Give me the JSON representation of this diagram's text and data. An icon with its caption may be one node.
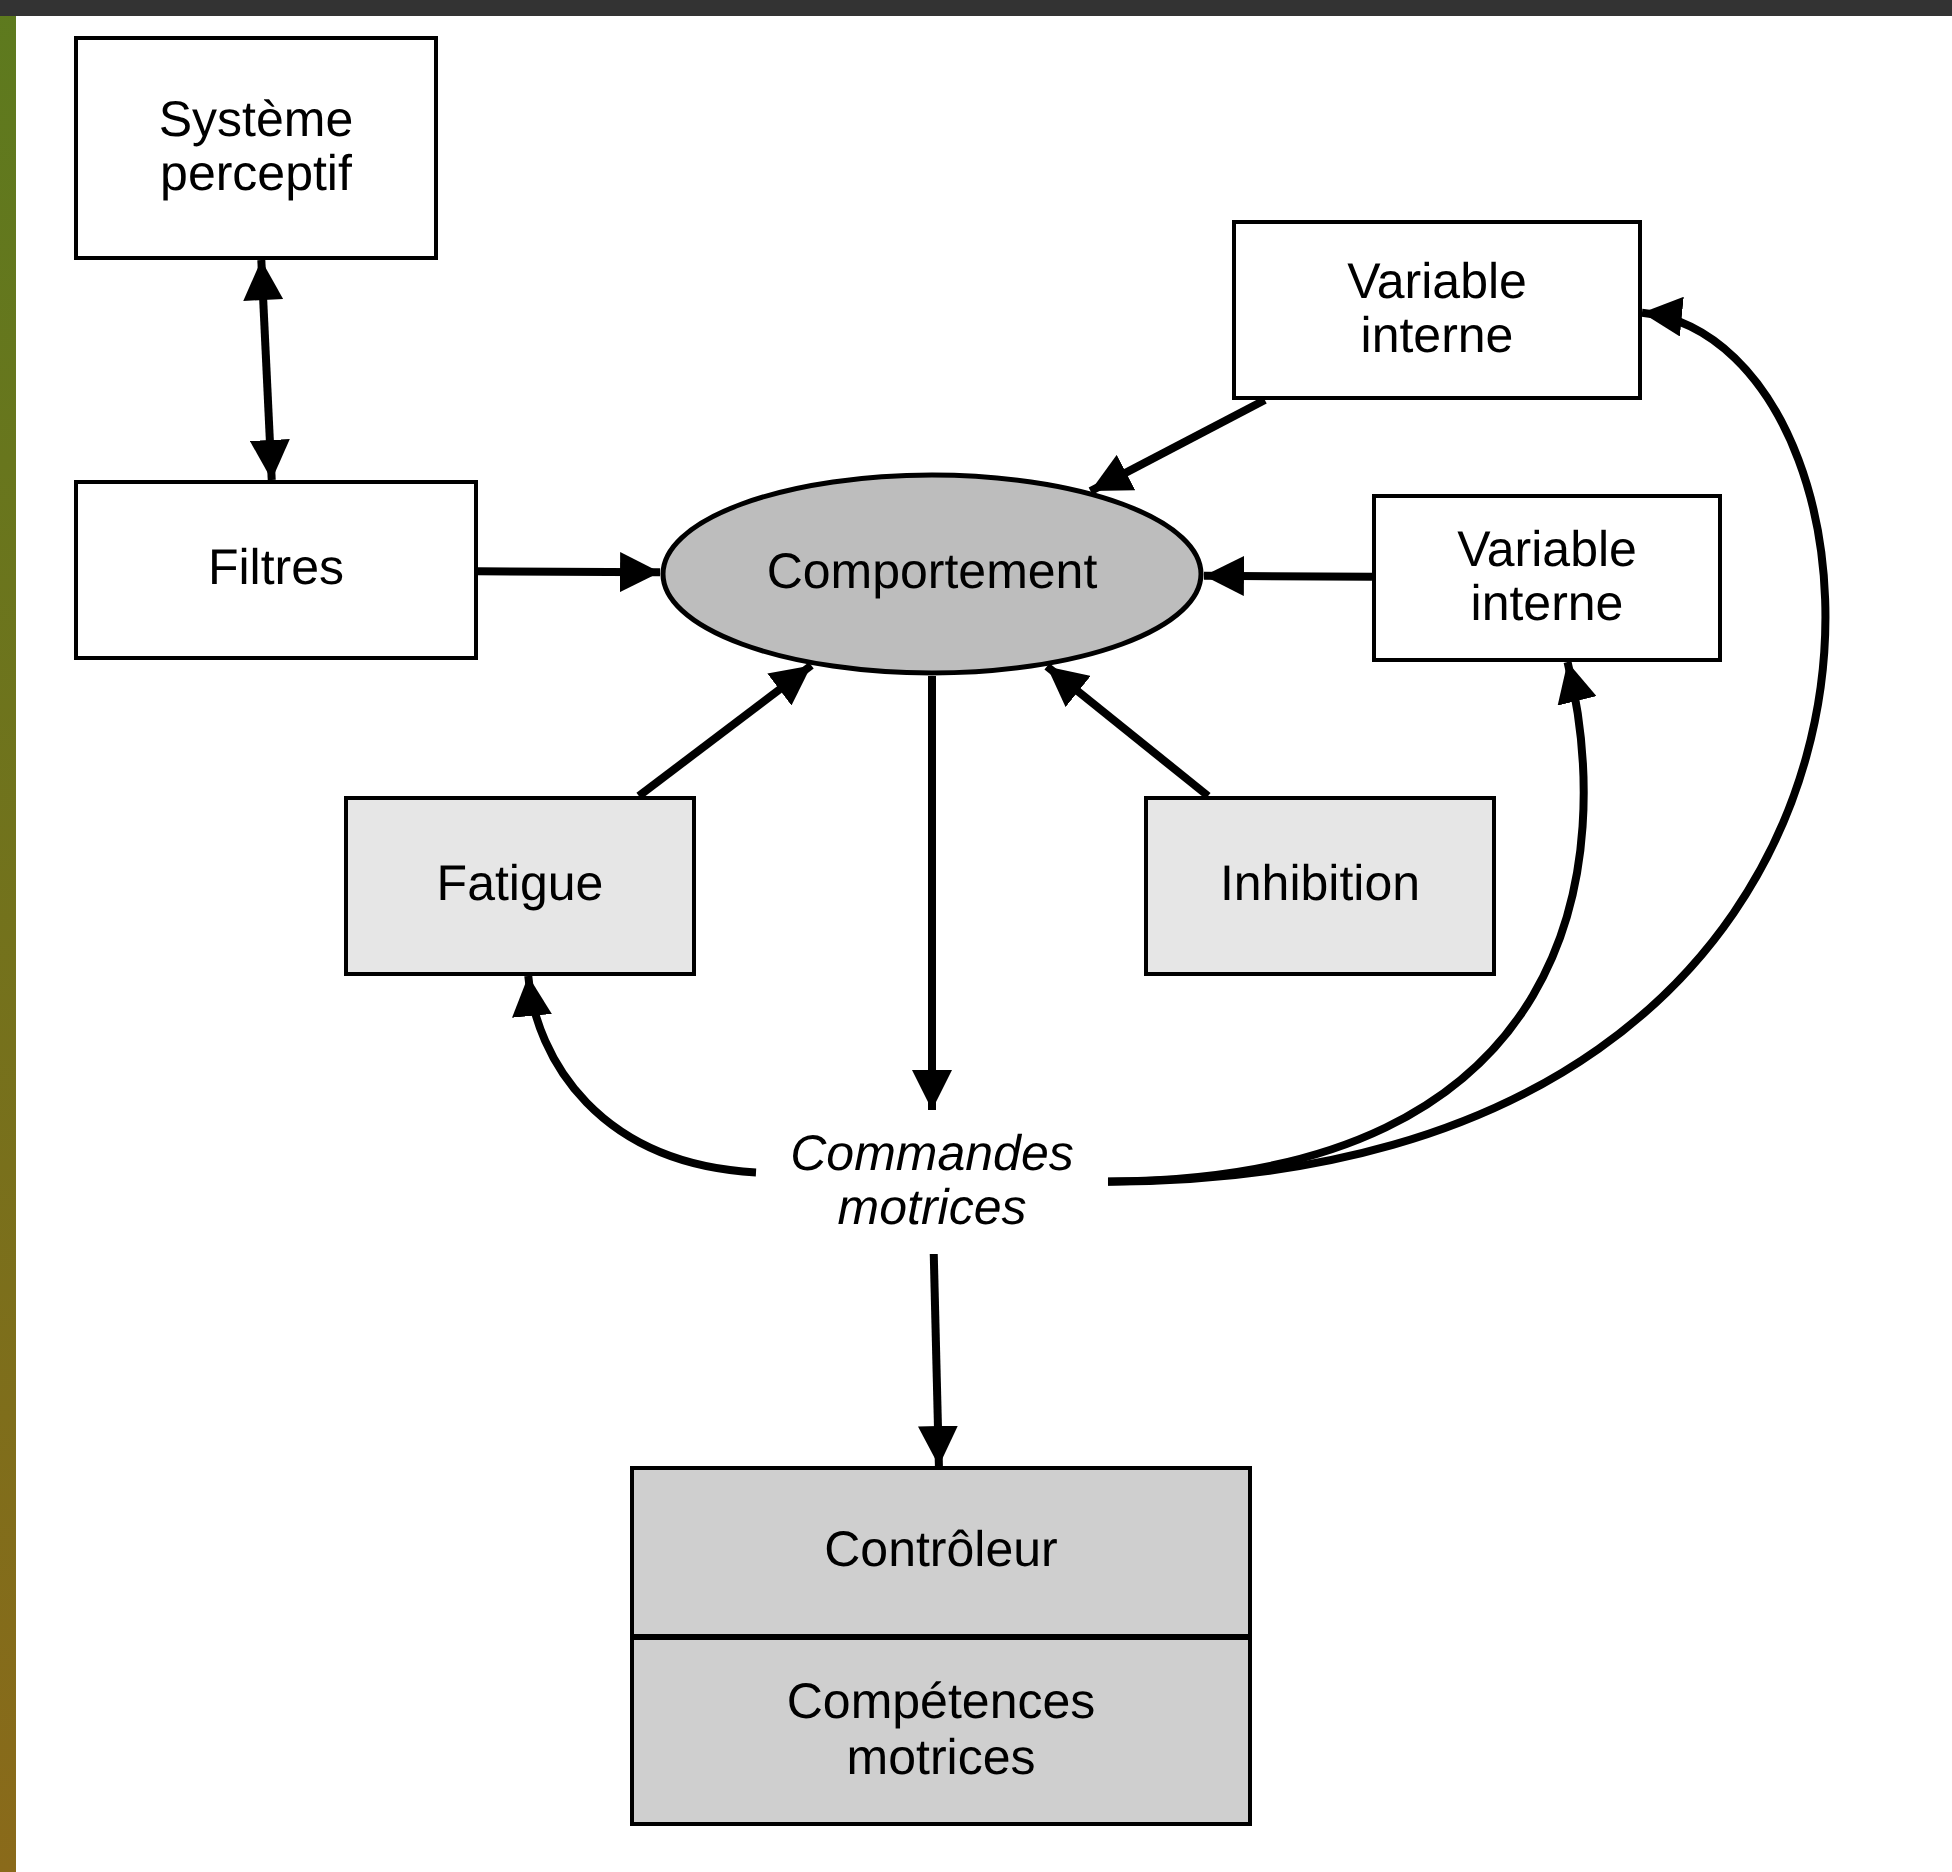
{
  "diagram": {
    "nodes": [
      {
        "text": [
          "Système perceptif"
        ]
      },
      {
        "text": [
          "Filtres"
        ]
      },
      {
        "text": [
          "Comportement"
        ]
      },
      {
        "text": [
          "Variable interne"
        ]
      },
      {
        "text": [
          "Variable interne"
        ]
      },
      {
        "text": [
          "Fatigue"
        ]
      },
      {
        "text": [
          "Inhibition"
        ]
      },
      {
        "text": [
          "Commandes motrices"
        ]
      },
      {
        "text": [
          "Contrôleur"
        ]
      },
      {
        "text": [
          "Compétences motrices"
        ]
      }
    ],
    "edges": [
      {
        "from": 0,
        "to": 1,
        "arrow": "both"
      },
      {
        "from": 1,
        "to": 2,
        "arrow": "to"
      },
      {
        "from": 3,
        "to": 2,
        "arrow": "to"
      },
      {
        "from": 4,
        "to": 2,
        "arrow": "to"
      },
      {
        "from": 5,
        "to": 2,
        "arrow": "to"
      },
      {
        "from": 6,
        "to": 2,
        "arrow": "to"
      },
      {
        "from": 2,
        "to": 7,
        "arrow": "to"
      },
      {
        "from": 7,
        "to": 5,
        "arrow": "to"
      },
      {
        "from": 7,
        "to": 4,
        "arrow": "to"
      },
      {
        "from": 7,
        "to": 3,
        "arrow": "to"
      },
      {
        "from": 7,
        "to": 8,
        "arrow": "to"
      }
    ]
  }
}
